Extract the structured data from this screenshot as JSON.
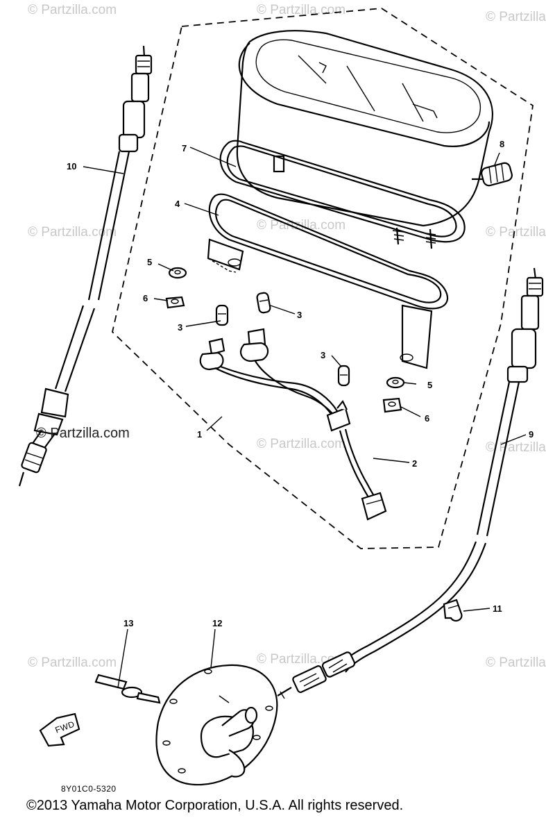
{
  "diagram": {
    "callouts": {
      "c1": "1",
      "c2": "2",
      "c3a": "3",
      "c3b": "3",
      "c3c": "3",
      "c4": "4",
      "c5a": "5",
      "c5b": "5",
      "c6a": "6",
      "c6b": "6",
      "c7": "7",
      "c8": "8",
      "c9": "9",
      "c10": "10",
      "c11": "11",
      "c12": "12",
      "c13": "13"
    },
    "watermark": "© Partzilla.com",
    "watermark_dark": "© Partzilla.com",
    "fwd_label": "FWD",
    "part_code": "8Y01C0-5320",
    "copyright": "©2013  Yamaha Motor Corporation, U.S.A. All rights reserved."
  }
}
